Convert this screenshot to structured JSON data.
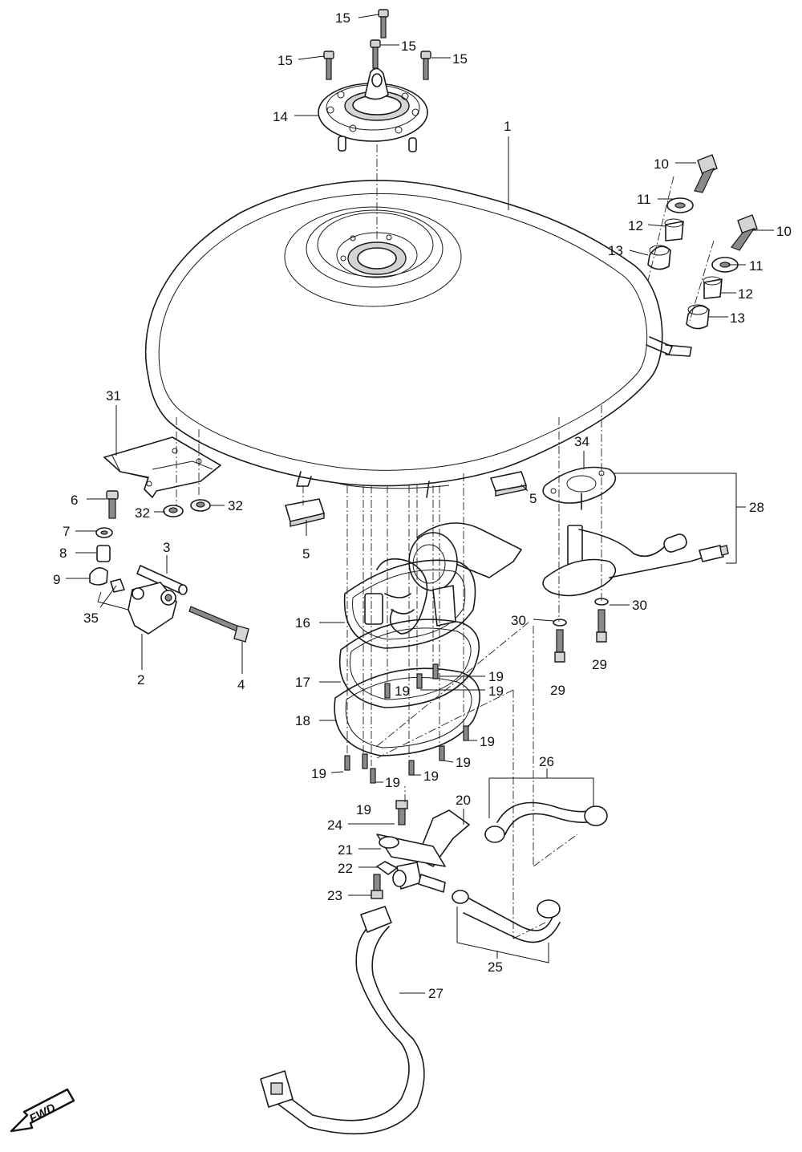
{
  "callouts": [
    {
      "id": "c15a",
      "text": "15"
    },
    {
      "id": "c15b",
      "text": "15"
    },
    {
      "id": "c15c",
      "text": "15"
    },
    {
      "id": "c15d",
      "text": "15"
    },
    {
      "id": "c14",
      "text": "14"
    },
    {
      "id": "c1",
      "text": "1"
    },
    {
      "id": "c10a",
      "text": "10"
    },
    {
      "id": "c11a",
      "text": "11"
    },
    {
      "id": "c12a",
      "text": "12"
    },
    {
      "id": "c13a",
      "text": "13"
    },
    {
      "id": "c10b",
      "text": "10"
    },
    {
      "id": "c11b",
      "text": "11"
    },
    {
      "id": "c12b",
      "text": "12"
    },
    {
      "id": "c13b",
      "text": "13"
    },
    {
      "id": "c31",
      "text": "31"
    },
    {
      "id": "c6",
      "text": "6"
    },
    {
      "id": "c32a",
      "text": "32"
    },
    {
      "id": "c32b",
      "text": "32"
    },
    {
      "id": "c7",
      "text": "7"
    },
    {
      "id": "c3",
      "text": "3"
    },
    {
      "id": "c8",
      "text": "8"
    },
    {
      "id": "c9",
      "text": "9"
    },
    {
      "id": "c35",
      "text": "35"
    },
    {
      "id": "c2",
      "text": "2"
    },
    {
      "id": "c4",
      "text": "4"
    },
    {
      "id": "c5a",
      "text": "5"
    },
    {
      "id": "c5b",
      "text": "5"
    },
    {
      "id": "c34",
      "text": "34"
    },
    {
      "id": "c28",
      "text": "28"
    },
    {
      "id": "c16",
      "text": "16"
    },
    {
      "id": "c30a",
      "text": "30"
    },
    {
      "id": "c30b",
      "text": "30"
    },
    {
      "id": "c29a",
      "text": "29"
    },
    {
      "id": "c29b",
      "text": "29"
    },
    {
      "id": "c17",
      "text": "17"
    },
    {
      "id": "c19a",
      "text": "19"
    },
    {
      "id": "c19b",
      "text": "19"
    },
    {
      "id": "c19c",
      "text": "19"
    },
    {
      "id": "c18",
      "text": "18"
    },
    {
      "id": "c19d",
      "text": "19"
    },
    {
      "id": "c19e",
      "text": "19"
    },
    {
      "id": "c19f",
      "text": "19"
    },
    {
      "id": "c19g",
      "text": "19"
    },
    {
      "id": "c19h",
      "text": "19"
    },
    {
      "id": "c19i",
      "text": "19"
    },
    {
      "id": "c26",
      "text": "26"
    },
    {
      "id": "c20",
      "text": "20"
    },
    {
      "id": "c24",
      "text": "24"
    },
    {
      "id": "c21",
      "text": "21"
    },
    {
      "id": "c22",
      "text": "22"
    },
    {
      "id": "c23",
      "text": "23"
    },
    {
      "id": "c25",
      "text": "25"
    },
    {
      "id": "c27",
      "text": "27"
    }
  ],
  "direction_badge": {
    "label": "FWD",
    "arrow_icon": "fwd-arrow-icon"
  },
  "colors": {
    "line": "#1a1a1a",
    "shade": "#d4d4d4",
    "background": "#ffffff"
  }
}
